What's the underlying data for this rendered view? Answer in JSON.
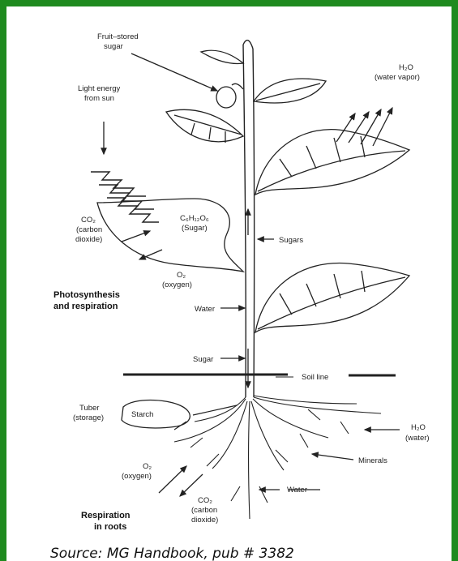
{
  "diagram": {
    "labels": {
      "fruit_stored_sugar_1": "Fruit–stored",
      "fruit_stored_sugar_2": "sugar",
      "light_energy_1": "Light energy",
      "light_energy_2": "from sun",
      "h2o_vapor_1": "H₂O",
      "h2o_vapor_2": "(water vapor)",
      "co2_1": "CO₂",
      "co2_2": "(carbon",
      "co2_3": "dioxide)",
      "sugar_formula": "C₆H₁₂O₆",
      "sugar_paren": "(Sugar)",
      "o2_1": "O₂",
      "o2_2": "(oxygen)",
      "sugars": "Sugars",
      "photosynthesis_1": "Photosynthesis",
      "photosynthesis_2": "and respiration",
      "water_stem": "Water",
      "sugar_stem": "Sugar",
      "soil_line": "Soil line",
      "tuber_1": "Tuber",
      "tuber_2": "(storage)",
      "starch": "Starch",
      "h2o_water_1": "H₂O",
      "h2o_water_2": "(water)",
      "minerals": "Minerals",
      "root_o2_1": "O₂",
      "root_o2_2": "(oxygen)",
      "root_co2_1": "CO₂",
      "root_co2_2": "(carbon",
      "root_co2_3": "dioxide)",
      "water_roots": "Water",
      "respiration_1": "Respiration",
      "respiration_2": "in roots"
    },
    "source_note": "Source: MG Handbook, pub # 3382"
  }
}
